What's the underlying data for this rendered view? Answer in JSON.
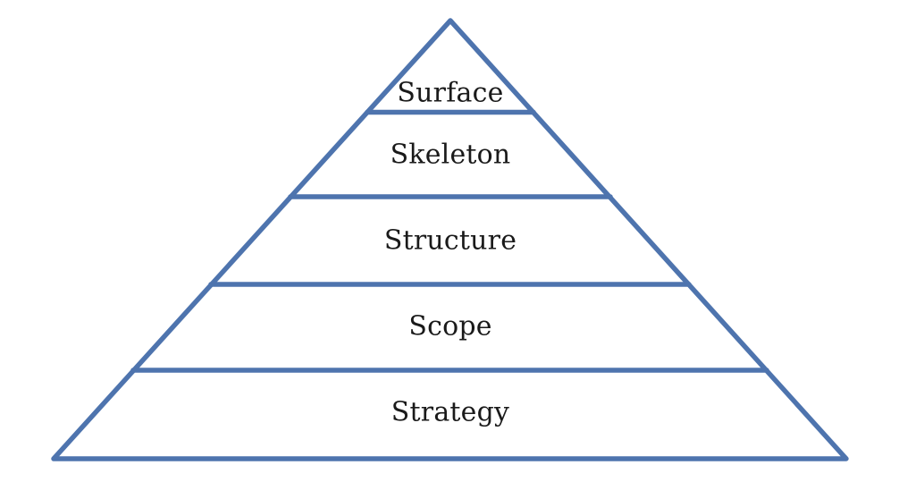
{
  "diagram": {
    "type": "pyramid",
    "levels": [
      {
        "label": "Surface"
      },
      {
        "label": "Skeleton"
      },
      {
        "label": "Structure"
      },
      {
        "label": "Scope"
      },
      {
        "label": "Strategy"
      }
    ],
    "colors": {
      "outline": "#4e74ae",
      "text": "#1a1a1a",
      "background": "#ffffff"
    }
  }
}
